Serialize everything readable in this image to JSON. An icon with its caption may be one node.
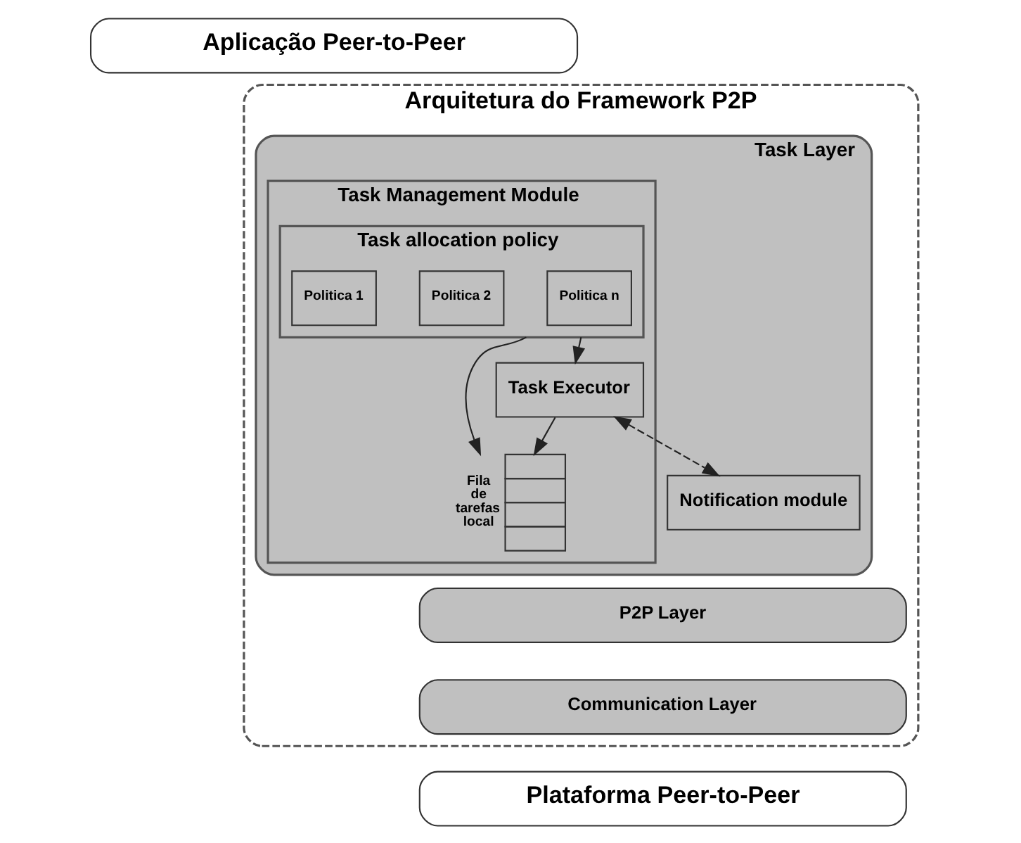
{
  "diagram": {
    "nodes": [
      {
        "text": [
          "Aplicação Peer-to-Peer"
        ]
      },
      {
        "text": [
          "Arquitetura do Framework P2P"
        ]
      },
      {
        "text": [
          "Task Layer"
        ],
        "in": 1
      },
      {
        "text": [
          "Task Management Module"
        ],
        "in": 2
      },
      {
        "text": [
          "Task allocation policy"
        ],
        "in": 3
      },
      {
        "text": [
          "Politica 1"
        ],
        "in": 4
      },
      {
        "text": [
          "Politica 2"
        ],
        "in": 4
      },
      {
        "text": [
          "Politica n"
        ],
        "in": 4
      },
      {
        "text": [],
        "shape": "queue",
        "beside": [
          "Fila de tarefas local"
        ],
        "in": 3
      },
      {
        "text": [
          "Task Executor"
        ],
        "in": 3
      },
      {
        "text": [
          "Notification module"
        ],
        "in": 2
      },
      {
        "text": [
          "P2P Layer"
        ],
        "in": 1
      },
      {
        "text": [
          "Communication Layer"
        ],
        "in": 1
      },
      {
        "text": [
          "Plataforma Peer-to-Peer"
        ]
      }
    ],
    "edges": [
      {
        "from": 4,
        "to": 8,
        "arrow": "to"
      },
      {
        "from": 4,
        "to": 9,
        "arrow": "to"
      },
      {
        "from": 9,
        "to": 8,
        "arrow": "to"
      },
      {
        "from": 9,
        "to": 10,
        "arrow": "both",
        "style": "dashed"
      }
    ]
  }
}
